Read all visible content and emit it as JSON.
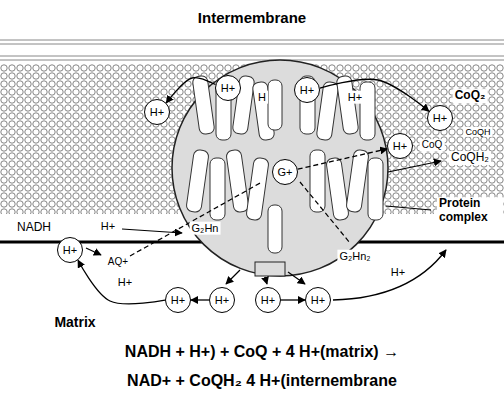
{
  "diagram": {
    "nodes": [
      {
        "text": [
          "H+"
        ]
      },
      {
        "text": [
          "H+"
        ]
      },
      {
        "text": [
          "H+"
        ]
      },
      {
        "text": [
          "H+"
        ]
      },
      {
        "text": [
          "H+"
        ]
      },
      {
        "text": [
          "G+"
        ]
      },
      {
        "text": [
          "H+"
        ]
      },
      {
        "text": [
          "H+"
        ]
      },
      {
        "text": [
          "H+"
        ]
      },
      {
        "text": [
          "H+"
        ]
      },
      {
        "text": [
          "H+"
        ]
      }
    ],
    "edges": [
      {
        "from": 0,
        "to": 2,
        "arrow": "to"
      },
      {
        "from": 1,
        "to": 3,
        "arrow": "to"
      },
      {
        "from": 5,
        "to": 4,
        "arrow": "to"
      },
      {
        "from": 7,
        "to": 6,
        "arrow": "to"
      },
      {
        "from": 8,
        "to": 7,
        "arrow": "to"
      },
      {
        "from": 9,
        "to": 10,
        "arrow": "to"
      }
    ],
    "labels": [
      "Intermembrane",
      "H",
      "H+",
      "CoQ₂",
      "CoQH",
      "CoQ",
      "CoQH₂",
      "Protein complex",
      "H+",
      "NADH",
      "AQ+",
      "G₂Hn",
      "G₂Hn₂",
      "H+",
      "H+",
      "Matrix",
      "NADH + H+) + CoQ + 4 H+(matrix) →",
      "NAD+ + CoQH₂ 4 H+(internembrane"
    ]
  }
}
